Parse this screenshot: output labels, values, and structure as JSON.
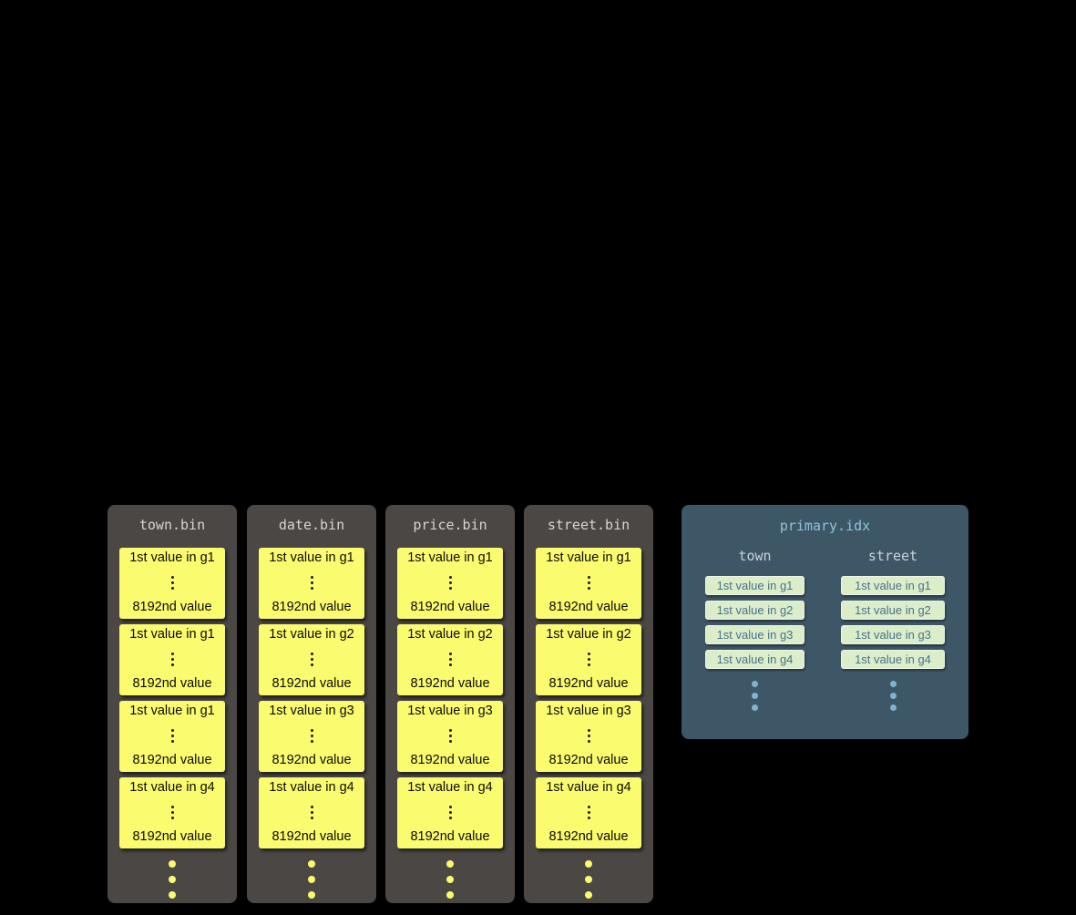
{
  "bin_files": [
    {
      "title": "town.bin",
      "granules": [
        {
          "first": "1st value in g1",
          "last": "8192nd value"
        },
        {
          "first": "1st value in g1",
          "last": "8192nd value"
        },
        {
          "first": "1st value in g1",
          "last": "8192nd value"
        },
        {
          "first": "1st value in g4",
          "last": "8192nd value"
        }
      ]
    },
    {
      "title": "date.bin",
      "granules": [
        {
          "first": "1st value in g1",
          "last": "8192nd value"
        },
        {
          "first": "1st value in g2",
          "last": "8192nd value"
        },
        {
          "first": "1st value in g3",
          "last": "8192nd value"
        },
        {
          "first": "1st value in g4",
          "last": "8192nd value"
        }
      ]
    },
    {
      "title": "price.bin",
      "granules": [
        {
          "first": "1st value in g1",
          "last": "8192nd value"
        },
        {
          "first": "1st value in g2",
          "last": "8192nd value"
        },
        {
          "first": "1st value in g3",
          "last": "8192nd value"
        },
        {
          "first": "1st value in g4",
          "last": "8192nd value"
        }
      ]
    },
    {
      "title": "street.bin",
      "granules": [
        {
          "first": "1st value in g1",
          "last": "8192nd value"
        },
        {
          "first": "1st value in g2",
          "last": "8192nd value"
        },
        {
          "first": "1st value in g3",
          "last": "8192nd value"
        },
        {
          "first": "1st value in g4",
          "last": "8192nd value"
        }
      ]
    }
  ],
  "index_file": {
    "title": "primary.idx",
    "columns": [
      {
        "header": "town",
        "entries": [
          "1st value in g1",
          "1st value in g2",
          "1st value in g3",
          "1st value in g4"
        ]
      },
      {
        "header": "street",
        "entries": [
          "1st value in g1",
          "1st value in g2",
          "1st value in g3",
          "1st value in g4"
        ]
      }
    ]
  },
  "colors": {
    "background": "#000000",
    "bin_panel": "#4a4745",
    "granule_block": "#fbfb6f",
    "index_panel": "#3e5766",
    "index_title": "#8fc3e2",
    "index_entry_bg": "#dcedca",
    "index_entry_text": "#47738d",
    "index_dots": "#7fb3d4"
  }
}
